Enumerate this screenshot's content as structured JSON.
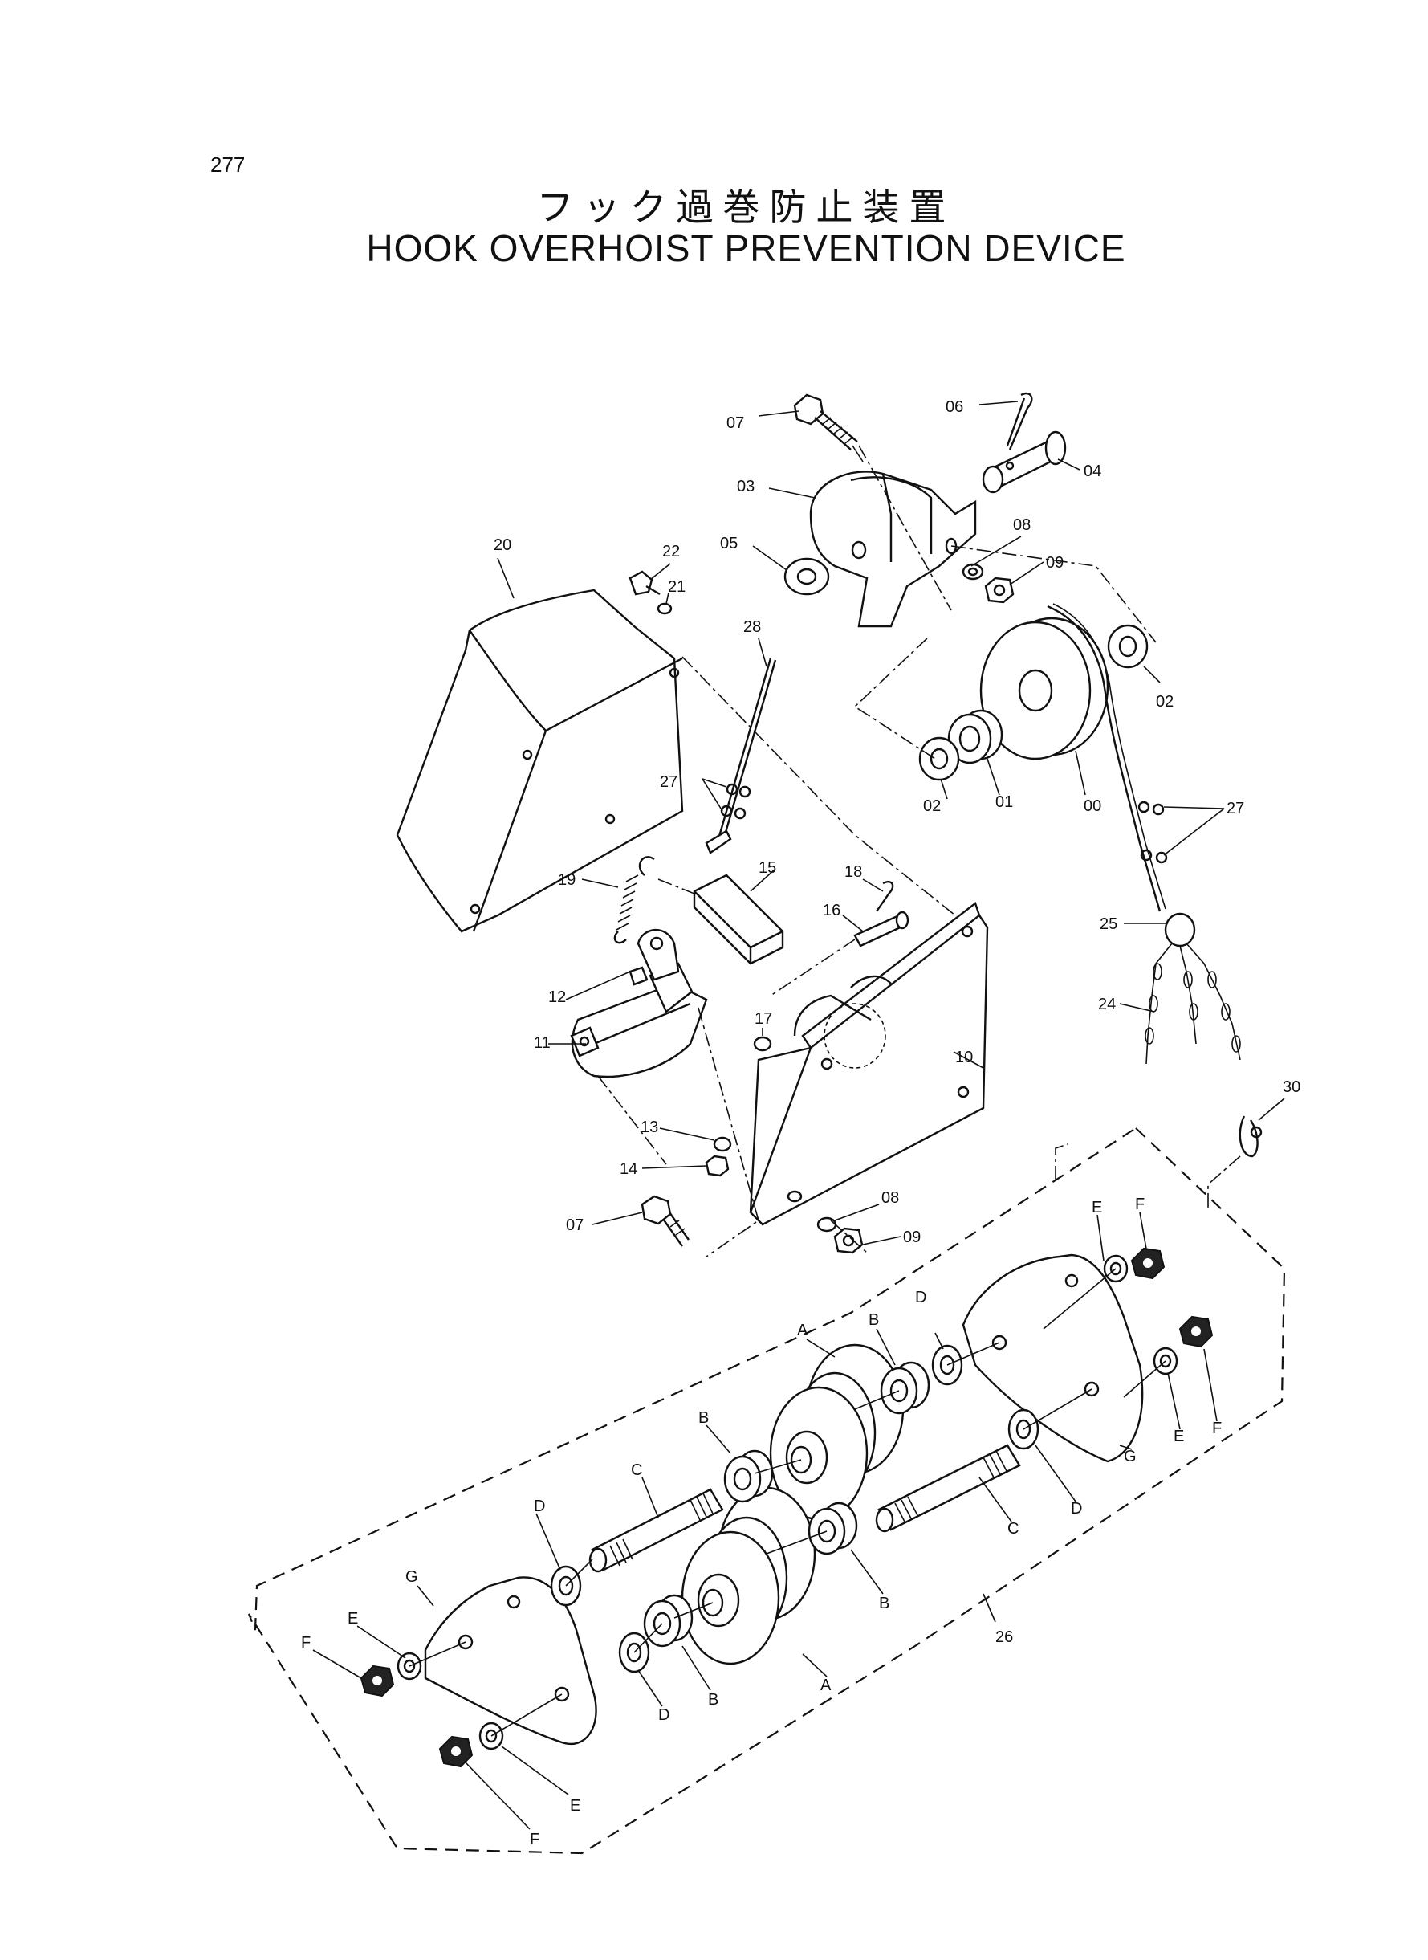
{
  "page_number": "277",
  "title_japanese": "フック過巻防止装置",
  "title_english": "HOOK OVERHOIST PREVENTION DEVICE",
  "part_labels": {
    "p07_top": "07",
    "p06": "06",
    "p04": "04",
    "p03": "03",
    "p05": "05",
    "p08_top": "08",
    "p09_top": "09",
    "p20": "20",
    "p22": "22",
    "p21": "21",
    "p28": "28",
    "p02_right": "02",
    "p02_left": "02",
    "p01": "01",
    "p00": "00",
    "p27_left": "27",
    "p27_right": "27",
    "p19": "19",
    "p15": "15",
    "p18": "18",
    "p16": "16",
    "p25": "25",
    "p12": "12",
    "p11": "11",
    "p17": "17",
    "p10": "10",
    "p24": "24",
    "p30": "30",
    "p13": "13",
    "p14": "14",
    "p08_bottom": "08",
    "p09_bottom": "09",
    "p07_bottom": "07",
    "p26": "26"
  },
  "subpart_labels": {
    "E_top": "E",
    "F_top": "F",
    "D_top": "D",
    "B_top": "B",
    "A_top": "A",
    "E_right": "E",
    "F_right": "F",
    "B_mid": "B",
    "C_left": "C",
    "G_right": "G",
    "D_right": "D",
    "C_right": "C",
    "D_left": "D",
    "G_left": "G",
    "B_right": "B",
    "E_left": "E",
    "F_left": "F",
    "A_bottom": "A",
    "D_bottom": "D",
    "B_bottom": "B",
    "E_bottom": "E",
    "F_bottom": "F"
  }
}
